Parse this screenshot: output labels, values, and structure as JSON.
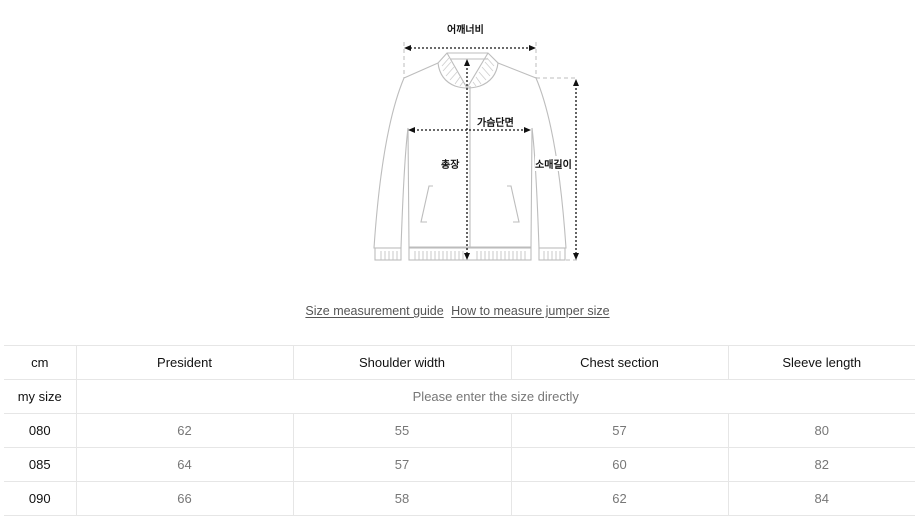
{
  "diagram": {
    "labels": {
      "shoulder_width": "어깨너비",
      "chest_section": "가슴단면",
      "total_length": "총장",
      "sleeve_length": "소매길이"
    },
    "icon": "jacket-measurement-diagram"
  },
  "links": [
    {
      "label": "Size measurement guide"
    },
    {
      "label": "How to measure jumper size"
    }
  ],
  "table": {
    "unit_header": "cm",
    "columns": [
      "President",
      "Shoulder width",
      "Chest section",
      "Sleeve length"
    ],
    "my_size_row": {
      "label": "my size",
      "message": "Please enter the size directly"
    },
    "rows": [
      {
        "size": "080",
        "values": [
          "62",
          "55",
          "57",
          "80"
        ]
      },
      {
        "size": "085",
        "values": [
          "64",
          "57",
          "60",
          "82"
        ]
      },
      {
        "size": "090",
        "values": [
          "66",
          "58",
          "62",
          "84"
        ]
      }
    ]
  },
  "colors": {
    "outline": "#bbbbbb",
    "measure_line": "#111111",
    "link_text": "#555555",
    "table_border": "#e6e6e6",
    "value_text": "#777777"
  }
}
